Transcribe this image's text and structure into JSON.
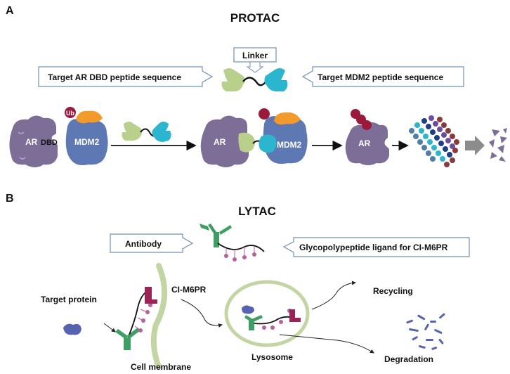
{
  "panel_a": {
    "letter": "A",
    "title": "PROTAC",
    "linker_label": "Linker",
    "left_box_label": "Target AR DBD peptide sequence",
    "right_box_label": "Target  MDM2 peptide sequence",
    "ar_label": "AR",
    "dbd_label": "DBD",
    "mdm2_label": "MDM2",
    "ub_label": "Ub"
  },
  "panel_b": {
    "letter": "B",
    "title": "LYTAC",
    "antibody_label": "Antibody",
    "glyco_label": "Glycopolypeptide ligand for CI-M6PR",
    "target_protein_label": "Target protein",
    "ci_m6pr_label": "CI-M6PR",
    "cell_membrane_label": "Cell membrane",
    "lysosome_label": "Lysosome",
    "recycling_label": "Recycling",
    "degradation_label": "Degradation"
  },
  "colors": {
    "ar_purple": "#7d6e98",
    "mdm2_blue": "#5d78b3",
    "ub_orange": "#f39a2c",
    "ligand_green": "#b9cf8c",
    "ligand_cyan": "#2bb5cf",
    "ub_red": "#9b1a3c",
    "membrane_green": "#c4d5a4",
    "antibody_green": "#3e9e63",
    "receptor_maroon": "#9a2358",
    "sugar_pink": "#b8609e",
    "box_border": "#6f8fb5"
  }
}
